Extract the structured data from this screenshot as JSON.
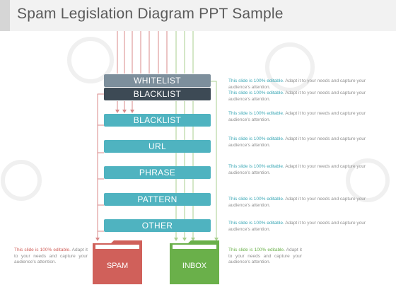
{
  "title": "Spam Legislation Diagram PPT Sample",
  "boxes": [
    {
      "label": "WHITELIST",
      "color": "#7d8f9c"
    },
    {
      "label": "BLACKLIST",
      "color": "#3d4a55"
    },
    {
      "label": "BLACKLIST",
      "color": "#4fb3c0"
    },
    {
      "label": "URL",
      "color": "#4fb3c0"
    },
    {
      "label": "PHRASE",
      "color": "#4fb3c0"
    },
    {
      "label": "PATTERN",
      "color": "#4fb3c0"
    },
    {
      "label": "OTHER",
      "color": "#4fb3c0"
    }
  ],
  "description": {
    "highlight": "This slide is 100% editable.",
    "rest": " Adapt it to your needs and capture your audience's attention."
  },
  "folders": [
    {
      "label": "SPAM",
      "color": "#d0605a"
    },
    {
      "label": "INBOX",
      "color": "#6ab04a"
    }
  ]
}
